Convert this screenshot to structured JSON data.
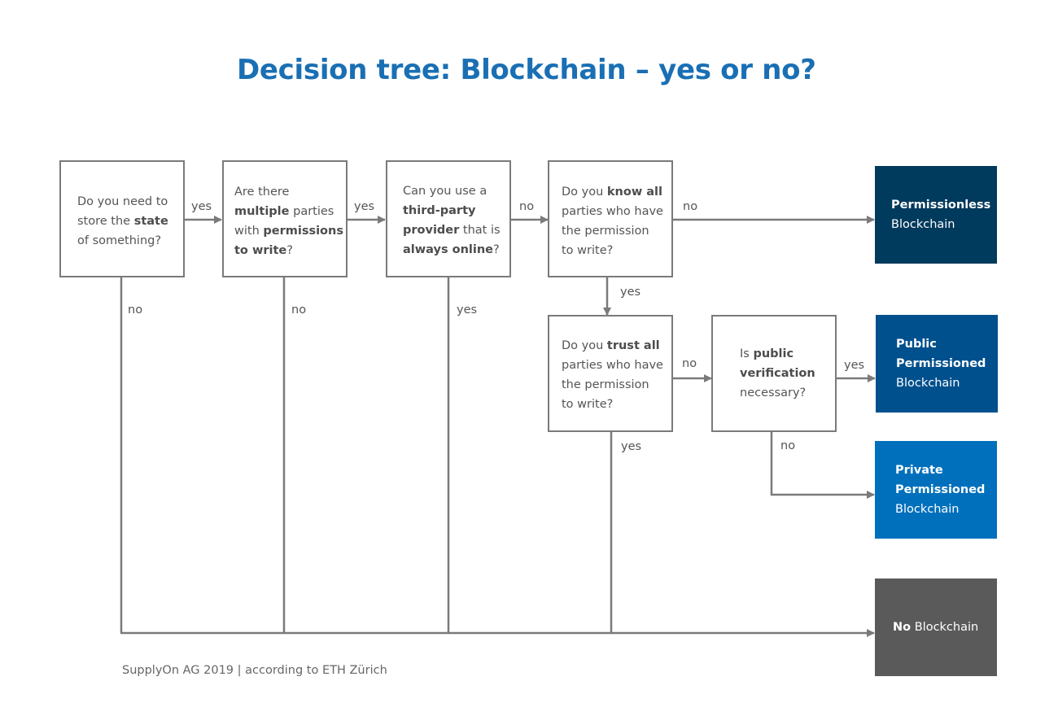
{
  "title": "Decision tree: Blockchain – yes or no?",
  "colors": {
    "title": "#1a6fb4",
    "line": "#7a7a7a",
    "permissionless": "#003a5d",
    "public_permissioned": "#00508e",
    "private_permissioned": "#0070bc",
    "no_blockchain": "#5a5a5a"
  },
  "questions": {
    "q1": {
      "l1": "Do you need to",
      "l2a": "store the ",
      "l2b": "state",
      "l3": "of something?"
    },
    "q2": {
      "l1": "Are there",
      "l2a": "multiple",
      "l2b": " parties",
      "l3a": "with ",
      "l3b": "permissions",
      "l4a": "to write",
      "l4b": "?"
    },
    "q3": {
      "l1": "Can you use a",
      "l2": "third-party",
      "l3a": "provider",
      "l3b": " that is",
      "l4a": "always online",
      "l4b": "?"
    },
    "q4": {
      "l1a": "Do you ",
      "l1b": "know all",
      "l2": "parties who have",
      "l3": "the permission",
      "l4": "to write?"
    },
    "q5": {
      "l1a": "Do you ",
      "l1b": "trust all",
      "l2": "parties who have",
      "l3": "the permission",
      "l4": "to write?"
    },
    "q6": {
      "l1a": "Is ",
      "l1b": "public",
      "l2": "verification",
      "l3": "necessary?"
    }
  },
  "results": {
    "permissionless": {
      "l1": "Permissionless",
      "l2": "Blockchain"
    },
    "public": {
      "l1": "Public",
      "l2": "Permissioned",
      "l3": "Blockchain"
    },
    "private": {
      "l1": "Private",
      "l2": "Permissioned",
      "l3": "Blockchain"
    },
    "none": {
      "a": "No",
      "b": " Blockchain"
    }
  },
  "labels": {
    "q1_yes": "yes",
    "q2_yes": "yes",
    "q3_no": "no",
    "q4_no": "no",
    "q4_yes": "yes",
    "q5_no": "no",
    "q6_yes": "yes",
    "q6_no": "no",
    "q1_no": "no",
    "q2_no": "no",
    "q3_yes": "yes",
    "q5_yes": "yes"
  },
  "footer": "SupplyOn AG 2019  |  according to ETH Zürich"
}
